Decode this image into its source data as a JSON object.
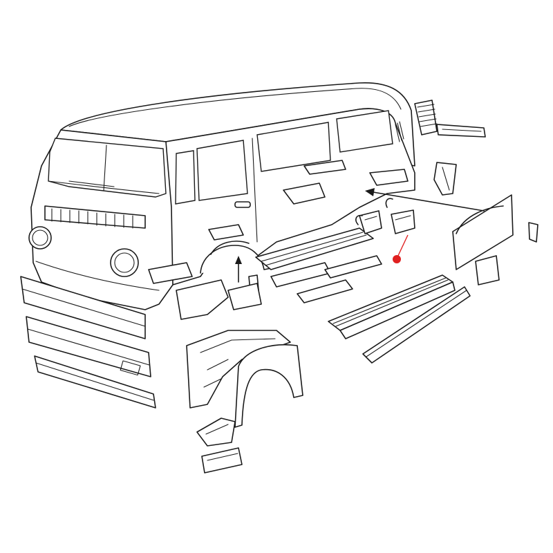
{
  "diagram": {
    "kind": "exploded-view",
    "subject": "van body panels",
    "background_color": "#ffffff",
    "line_color": "#1a1a1a",
    "marker_color": "#e02020",
    "parts": [
      "van-body",
      "front-bumper-panel-upper",
      "front-bumper-panel-middle",
      "front-bumper-panel-lower",
      "rear-wheel-arch-panel",
      "inner-wheelhouse",
      "wheelhouse-bracket-upper",
      "wheelhouse-bracket-lower",
      "side-rocker-panel",
      "rocker-sill-strip",
      "rear-quarter-panel",
      "rear-corner-bracket",
      "small-corner-piece",
      "engine-vent-grille",
      "floor-crossmember-set",
      "jacking-point-brackets",
      "floor-patch-plates"
    ],
    "highlighted_part": "jacking-point-bracket"
  }
}
